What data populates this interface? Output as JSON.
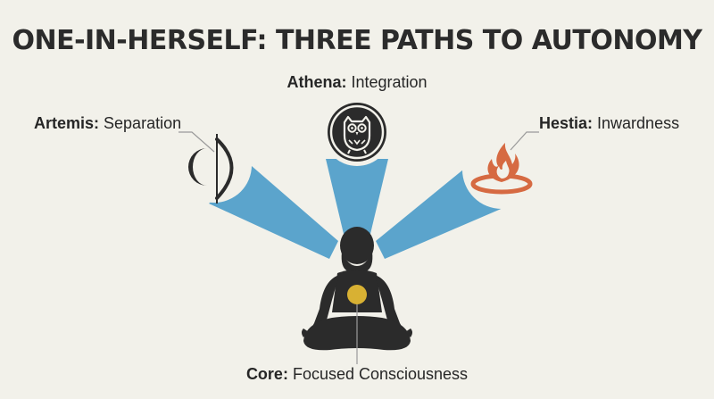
{
  "title": "ONE-IN-HERSELF: THREE PATHS TO AUTONOMY",
  "paths": {
    "athena": {
      "name": "Athena:",
      "desc": " Integration",
      "icon": "owl-icon"
    },
    "artemis": {
      "name": "Artemis:",
      "desc": " Separation",
      "icon": "bow-and-moon-icon"
    },
    "hestia": {
      "name": "Hestia:",
      "desc": " Inwardness",
      "icon": "hearth-flame-icon"
    }
  },
  "core": {
    "name": "Core:",
    "desc": " Focused Consciousness",
    "icon": "meditating-figure-icon"
  },
  "colors": {
    "background": "#f2f1ea",
    "beam": "#5ba4cc",
    "figure": "#2b2b2b",
    "core_dot": "#d8b133",
    "flame": "#d66a42"
  }
}
